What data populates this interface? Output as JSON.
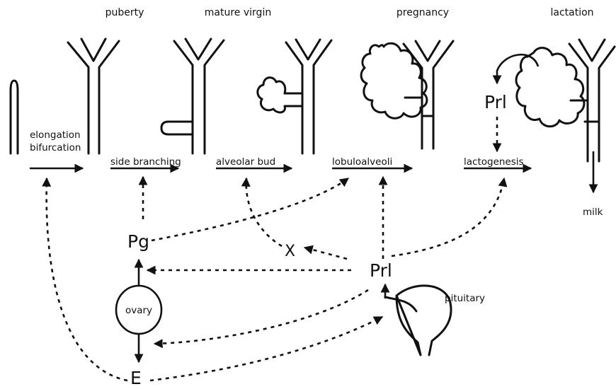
{
  "stages": {
    "puberty": "puberty",
    "mature_virgin": "mature virgin",
    "pregnancy": "pregnancy",
    "lactation": "lactation"
  },
  "processes": {
    "elongation": "elongation",
    "bifurcation": "bifurcation",
    "side_branching": "side branching",
    "alveolar_bud": "alveolar bud",
    "lobuloalveoli": "lobuloalveoli",
    "lactogenesis": "lactogenesis"
  },
  "hormones": {
    "prl_lactation": "Prl",
    "pg": "Pg",
    "x": "X",
    "prl": "Prl",
    "e": "E"
  },
  "organs": {
    "ovary": "ovary",
    "pituitary": "pituitary"
  },
  "outputs": {
    "milk": "milk"
  }
}
